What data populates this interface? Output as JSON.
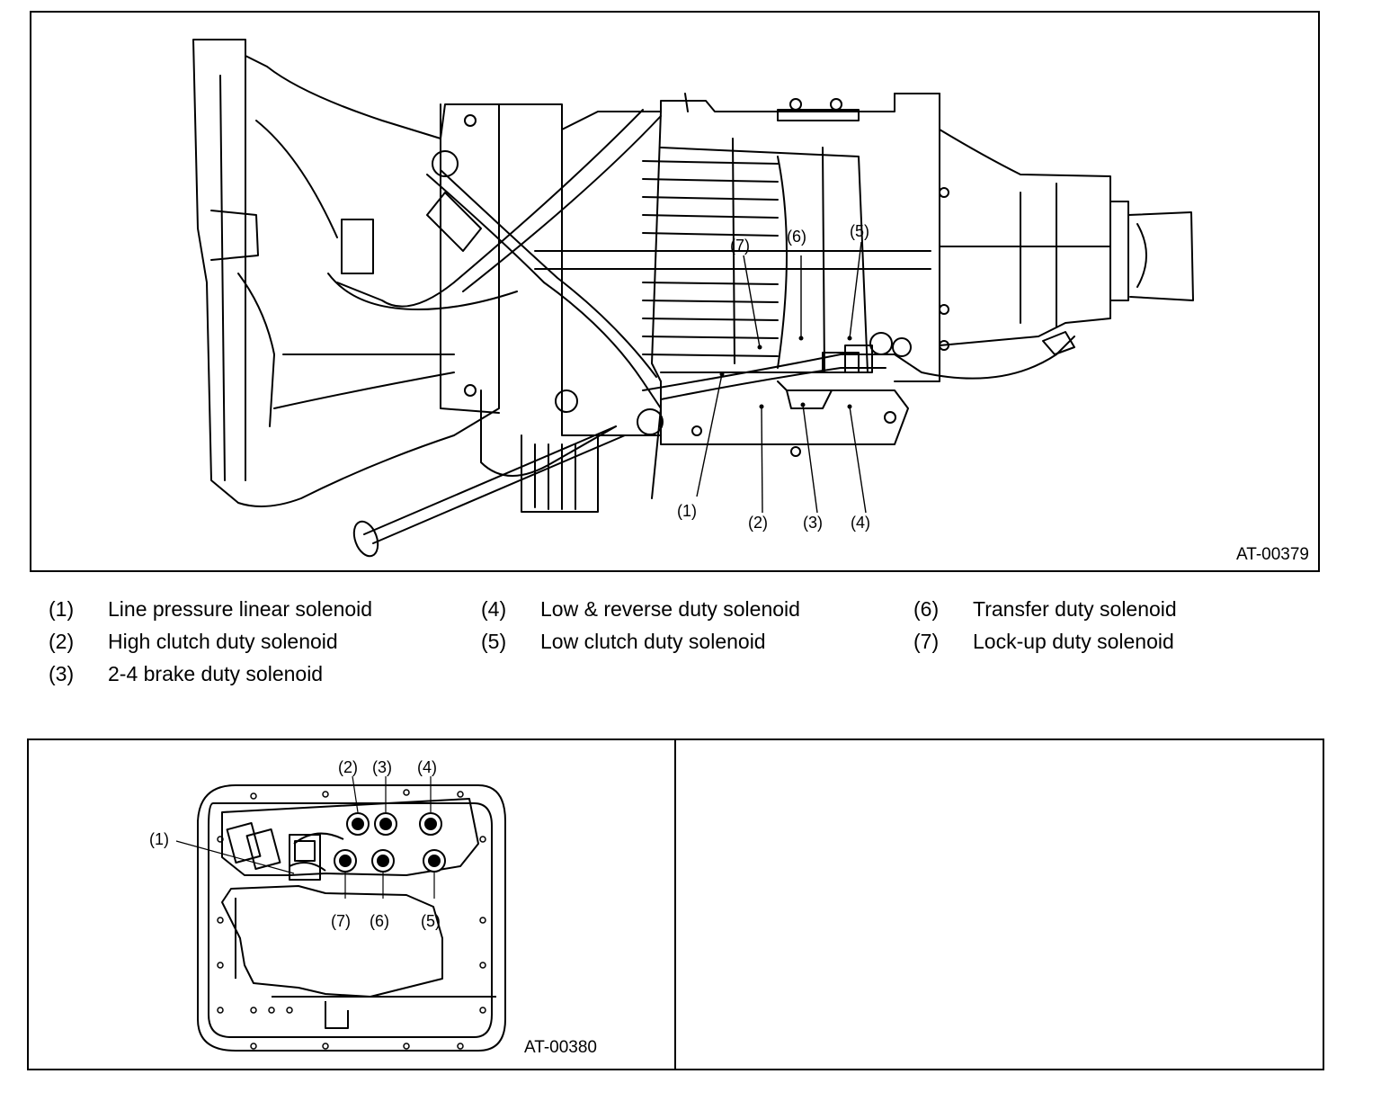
{
  "figures": {
    "top": {
      "id_label": "AT-00379",
      "callouts": [
        "(1)",
        "(2)",
        "(3)",
        "(4)",
        "(5)",
        "(6)",
        "(7)"
      ]
    },
    "bottom": {
      "id_label": "AT-00380",
      "callouts": [
        "(1)",
        "(2)",
        "(3)",
        "(4)",
        "(5)",
        "(6)",
        "(7)"
      ]
    }
  },
  "legend": [
    {
      "num": "(1)",
      "label": "Line pressure linear solenoid"
    },
    {
      "num": "(2)",
      "label": "High clutch duty solenoid"
    },
    {
      "num": "(3)",
      "label": "2-4 brake duty solenoid"
    },
    {
      "num": "(4)",
      "label": "Low & reverse duty solenoid"
    },
    {
      "num": "(5)",
      "label": "Low clutch duty solenoid"
    },
    {
      "num": "(6)",
      "label": "Transfer duty solenoid"
    },
    {
      "num": "(7)",
      "label": "Lock-up duty solenoid"
    }
  ]
}
